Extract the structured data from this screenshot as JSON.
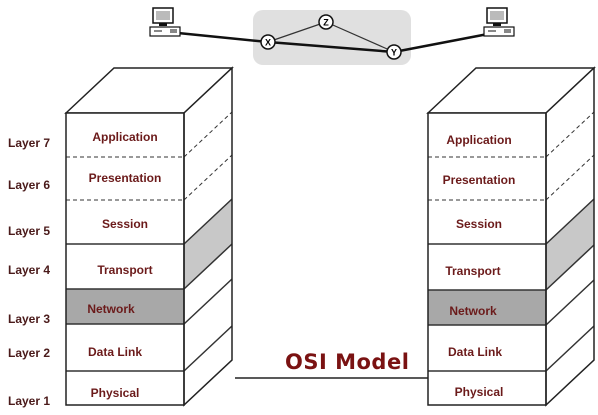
{
  "title": "OSI Model",
  "layer_labels": [
    "Layer 7",
    "Layer 6",
    "Layer 5",
    "Layer 4",
    "Layer 3",
    "Layer 2",
    "Layer 1"
  ],
  "left_stack": [
    "Application",
    "Presentation",
    "Session",
    "Transport",
    "Network",
    "Data Link",
    "Physical"
  ],
  "right_stack": [
    "Application",
    "Presentation",
    "Session",
    "Transport",
    "Network",
    "Data Link",
    "Physical"
  ],
  "network_nodes": {
    "x": "X",
    "y": "Y",
    "z": "Z"
  },
  "colors": {
    "label_text": "#6b1a1a",
    "title_text": "#7a1212",
    "highlight_fill": "#a8a8a8",
    "side_fill": "#c8c8c8",
    "cloud_fill": "#e0e0e0"
  }
}
